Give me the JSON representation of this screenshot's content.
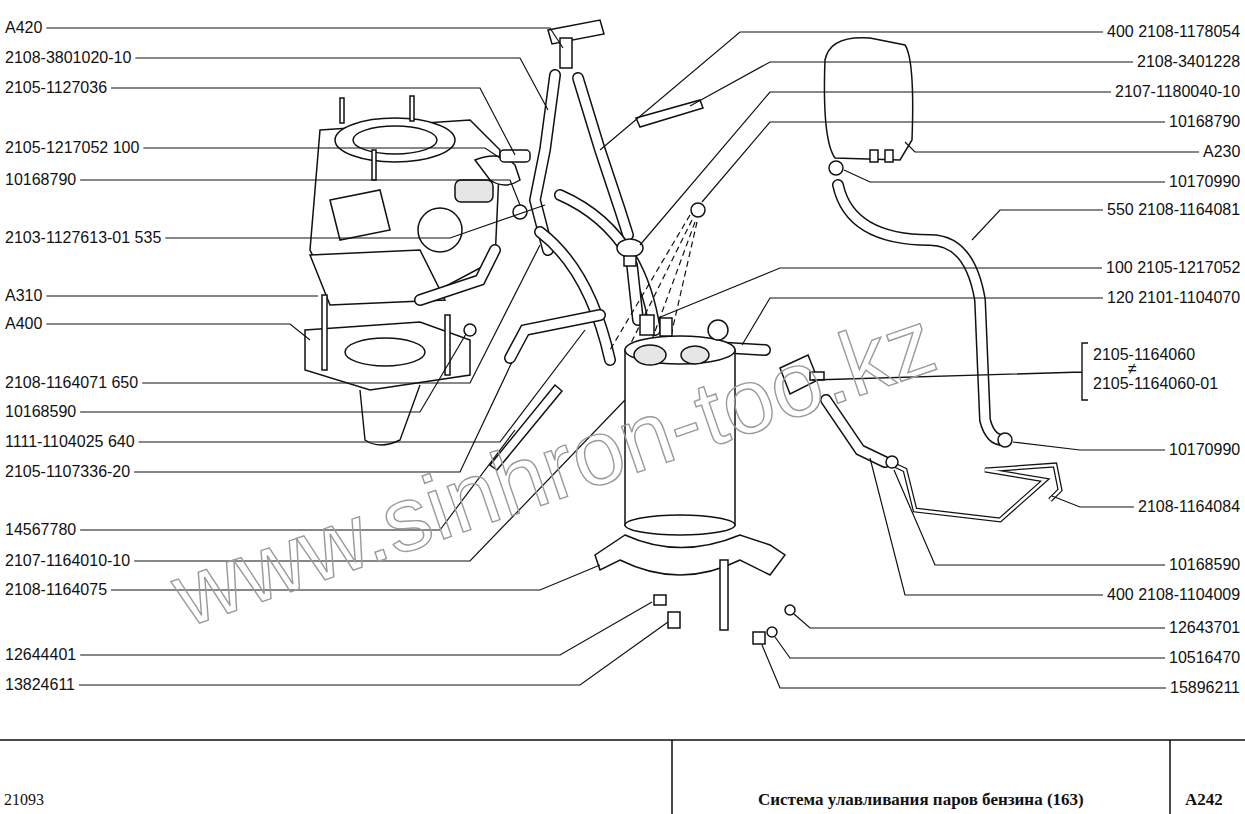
{
  "diagram": {
    "title": "Система улавливания паров бензина (163)",
    "labels": [
      "A420",
      "2108-3801020-10",
      "2105-1127036",
      "2105-1217052 100",
      "10168790",
      "2103-1127613-01 535",
      "A310",
      "A400",
      "2108-1164071 650",
      "10168590",
      "1111-1104025 640",
      "2105-1107336-20",
      "14567780",
      "2107-1164010-10",
      "2108-1164075",
      "12644401",
      "13824611",
      "400 2108-1178054",
      "2108-3401228",
      "2107-1180040-10",
      "10168790",
      "A230",
      "10170990",
      "550 2108-1164081",
      "100 2105-1217052",
      "120 2101-1104070",
      "2105-1164060",
      "≠",
      "2105-1164060-01",
      "10170990",
      "2108-1164084",
      "10168590",
      "400 2108-1104009",
      "12643701",
      "10516470",
      "15896211",
      "21093",
      "A242",
      "www.sinhron-too.kz"
    ]
  }
}
